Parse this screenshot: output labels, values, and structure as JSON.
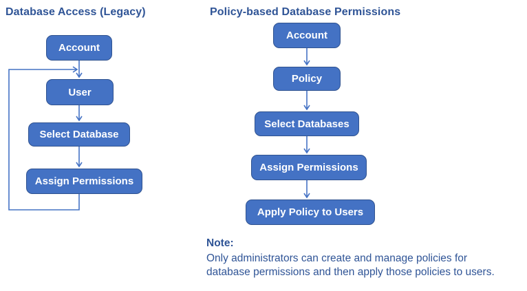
{
  "colors": {
    "box_fill": "#4472C4",
    "box_border": "#2F528F",
    "arrow": "#4472C4",
    "title_text": "#2F5496",
    "box_text": "#FFFFFF",
    "background": "#FFFFFF"
  },
  "left_chart": {
    "title": "Database Access (Legacy)",
    "nodes": [
      {
        "id": "account",
        "label": "Account"
      },
      {
        "id": "user",
        "label": "User"
      },
      {
        "id": "select-database",
        "label": "Select Database"
      },
      {
        "id": "assign-permissions",
        "label": "Assign Permissions"
      }
    ],
    "edges": [
      "account -> user",
      "user -> select-database",
      "select-database -> assign-permissions",
      "assign-permissions -> loop-back -> user"
    ]
  },
  "right_chart": {
    "title": "Policy-based Database Permissions",
    "nodes": [
      {
        "id": "account",
        "label": "Account"
      },
      {
        "id": "policy",
        "label": "Policy"
      },
      {
        "id": "select-databases",
        "label": "Select Databases"
      },
      {
        "id": "assign-permissions",
        "label": "Assign Permissions"
      },
      {
        "id": "apply-policy-to-users",
        "label": "Apply Policy to Users"
      }
    ],
    "edges": [
      "account -> policy",
      "policy -> select-databases",
      "select-databases -> assign-permissions",
      "assign-permissions -> apply-policy-to-users"
    ]
  },
  "note": {
    "heading": "Note:",
    "body": "Only administrators can create and manage policies for database permissions and then apply those policies to users.",
    "body_lines": [
      "Only administrators can create and manage policies for",
      "database permissions and then apply those policies to users."
    ]
  }
}
